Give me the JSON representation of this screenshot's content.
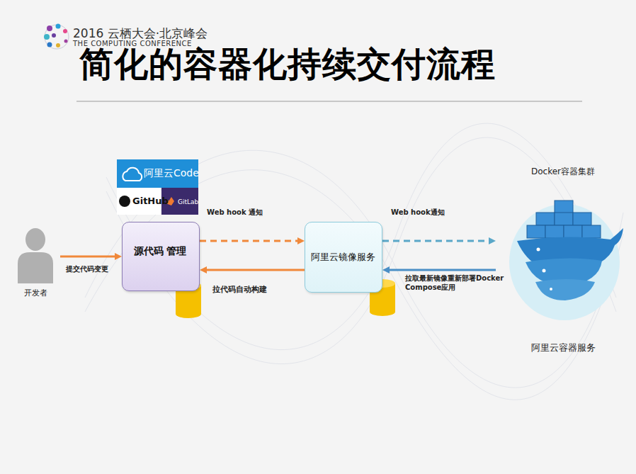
{
  "diagram": {
    "title": "简化的容器化持续交付流程",
    "nodes": [
      {
        "text": [
          "开发者"
        ]
      },
      {
        "text": [
          "源代码 管理"
        ]
      },
      {
        "text": [
          "阿里云镜像服务"
        ]
      },
      {
        "text": [
          "Docker容器集群",
          "阿里云容器服务"
        ]
      }
    ],
    "edges": [
      {
        "from": 0,
        "to": 1,
        "label": "提交代码变更",
        "arrow": "to"
      },
      {
        "from": 1,
        "to": 2,
        "label": "Web hook 通知",
        "arrow": "to"
      },
      {
        "from": 2,
        "to": 1,
        "label": "拉代码自动构建",
        "arrow": "to"
      },
      {
        "from": 2,
        "to": 3,
        "label": "Web hook通知",
        "arrow": "to"
      },
      {
        "from": 3,
        "to": 2,
        "label": "拉取最新镜像重新部署Docker Compose应用",
        "arrow": "to"
      }
    ],
    "labels": [
      "2016 云栖大会·北京峰会",
      "THE COMPUTING CONFERENCE",
      "阿里云Code",
      "GitHub",
      "GitLab"
    ]
  }
}
